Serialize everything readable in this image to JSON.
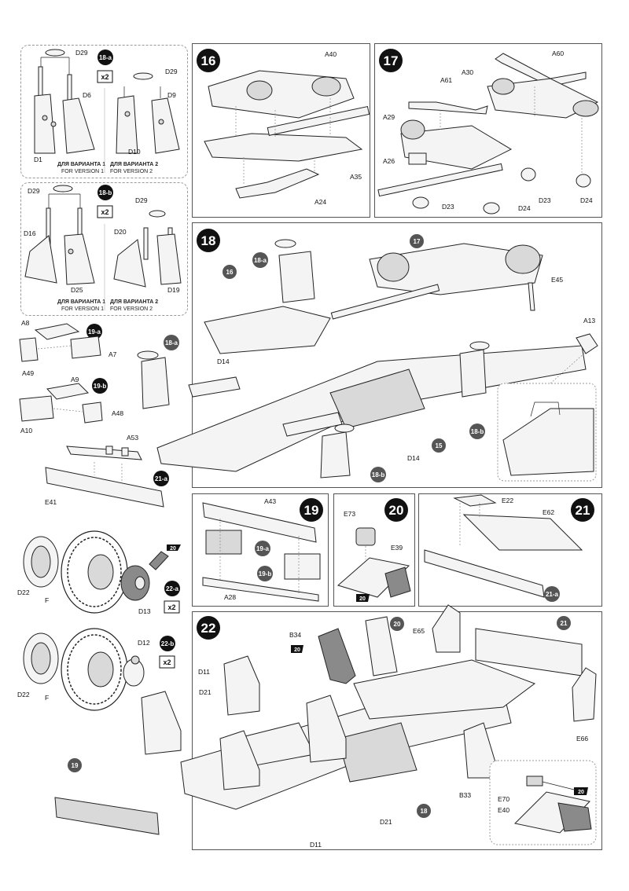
{
  "steps": {
    "s16": {
      "number": "16",
      "labels": {
        "a40": "A40",
        "a35": "A35",
        "a24": "A24"
      }
    },
    "s17": {
      "number": "17",
      "labels": {
        "a60": "A60",
        "a30": "A30",
        "a61": "A61",
        "a29": "A29",
        "a26": "A26",
        "d23a": "D23",
        "d24a": "D24",
        "d23b": "D23",
        "d24b": "D24"
      }
    },
    "s18": {
      "number": "18",
      "labels": {
        "e45": "E45",
        "a13": "A13",
        "d14a": "D14",
        "d14b": "D14"
      },
      "refs": {
        "r17": "17",
        "r16": "16",
        "r18a1": "18-a",
        "r18a2": "18-a",
        "r15": "15",
        "r18b1": "18-b",
        "r18b2": "18-b"
      }
    },
    "s19": {
      "number": "19",
      "labels": {
        "a43": "A43",
        "a28": "A28"
      },
      "refs": {
        "r19a": "19-a",
        "r19b": "19-b"
      }
    },
    "s20": {
      "number": "20",
      "labels": {
        "e73": "E73",
        "e39": "E39"
      },
      "refs": {
        "r20": "20"
      }
    },
    "s21": {
      "number": "21",
      "labels": {
        "e22": "E22",
        "e62": "E62"
      },
      "refs": {
        "r21a": "21-a"
      }
    },
    "s22": {
      "number": "22",
      "labels": {
        "b34": "B34",
        "e65": "E65",
        "d11a": "D11",
        "d21a": "D21",
        "d21b": "D21",
        "d11b": "D11",
        "b33": "B33",
        "e66": "E66",
        "e70": "E70",
        "e40": "E40"
      },
      "refs": {
        "r20a": "20",
        "r20b": "20",
        "r21": "21",
        "r18": "18",
        "r20c": "20"
      }
    }
  },
  "sub": {
    "s18a": {
      "id": "18-a",
      "mult": "x2",
      "labels": {
        "d29a": "D29",
        "d6": "D6",
        "d1": "D1",
        "d29b": "D29",
        "d9": "D9",
        "d10": "D10"
      },
      "v1": "ДЛЯ ВАРИАНТА 1",
      "v1en": "FOR VERSION  1",
      "v2": "ДЛЯ ВАРИАНТА 2",
      "v2en": "FOR VERSION  2"
    },
    "s18b": {
      "id": "18-b",
      "mult": "x2",
      "labels": {
        "d29a": "D29",
        "d29b": "D29",
        "d16": "D16",
        "d20": "D20",
        "d25": "D25",
        "d19": "D19"
      },
      "v1": "ДЛЯ ВАРИАНТА 1",
      "v1en": "FOR VERSION  1",
      "v2": "ДЛЯ ВАРИАНТА 2",
      "v2en": "FOR VERSION  2"
    },
    "s19a": {
      "id": "19-a",
      "labels": {
        "a8": "A8",
        "a7": "A7",
        "a49": "A49"
      }
    },
    "s19b": {
      "id": "19-b",
      "labels": {
        "a9": "A9",
        "a48": "A48",
        "a10": "A10"
      }
    },
    "s21a": {
      "id": "21-a",
      "labels": {
        "a53": "A53",
        "e41": "E41"
      }
    },
    "s22a": {
      "id": "22-a",
      "mult": "x2",
      "ref": "20",
      "labels": {
        "d22": "D22",
        "f": "F",
        "d13": "D13"
      }
    },
    "s22b": {
      "id": "22-b",
      "mult": "x2",
      "labels": {
        "d12": "D12",
        "d22": "D22",
        "f": "F"
      }
    }
  },
  "colors": {
    "ink": "#111111",
    "badge": "#111111",
    "refBadge": "#555555",
    "partFill": "#f4f4f4",
    "highlight": "#8a8a8a"
  }
}
